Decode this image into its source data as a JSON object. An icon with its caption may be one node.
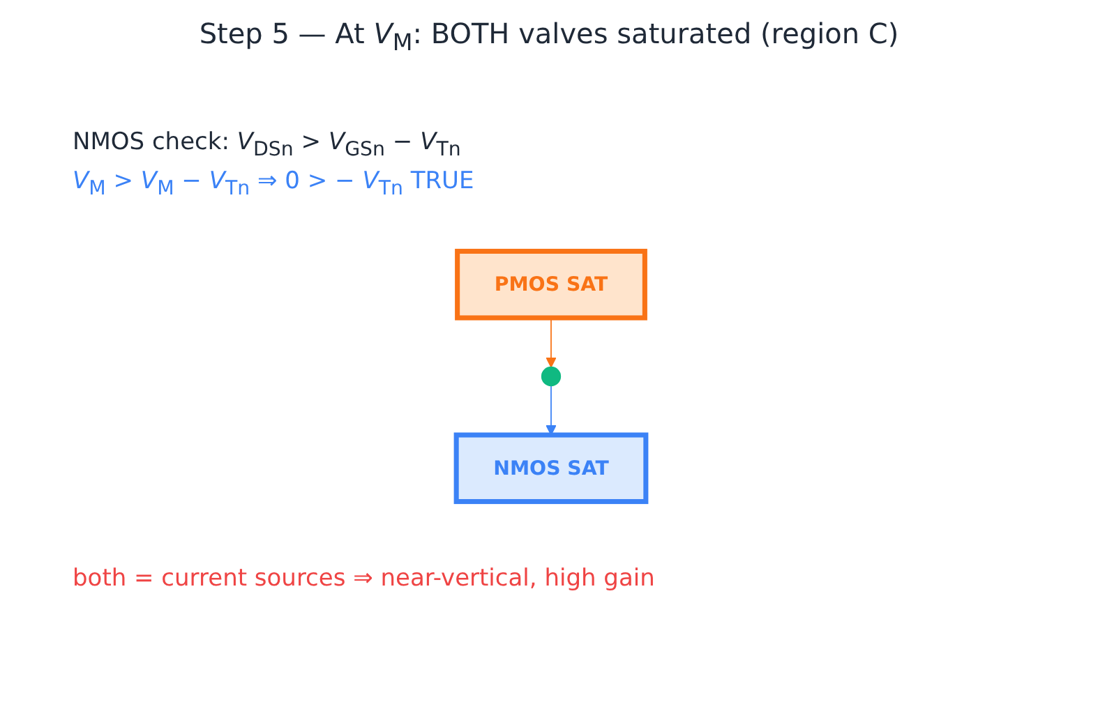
{
  "diagram": {
    "title": "Step 5 — At *V*$_{M}$: BOTH valves saturated (region C)",
    "nodes": [
      {
        "text": [
          "PMOS SAT"
        ]
      },
      {
        "text": [],
        "shape": "circle"
      },
      {
        "text": [
          "NMOS SAT"
        ]
      }
    ],
    "edges": [
      {
        "from": 0,
        "to": 1,
        "arrow": "to",
        "color": "#f97316"
      },
      {
        "from": 1,
        "to": 2,
        "arrow": "to",
        "color": "#3b82f6"
      }
    ],
    "labels": [
      "NMOS check:  *V*$_{DSn}$ > *V*$_{GSn}$ − *V*$_{Tn}$",
      "*V*$_{M}$ > *V*$_{M}$ − *V*$_{Tn}$ ⇒ 0 > − *V*$_{Tn}$  TRUE",
      "both = current sources  ⇒  near-vertical, high gain"
    ]
  }
}
